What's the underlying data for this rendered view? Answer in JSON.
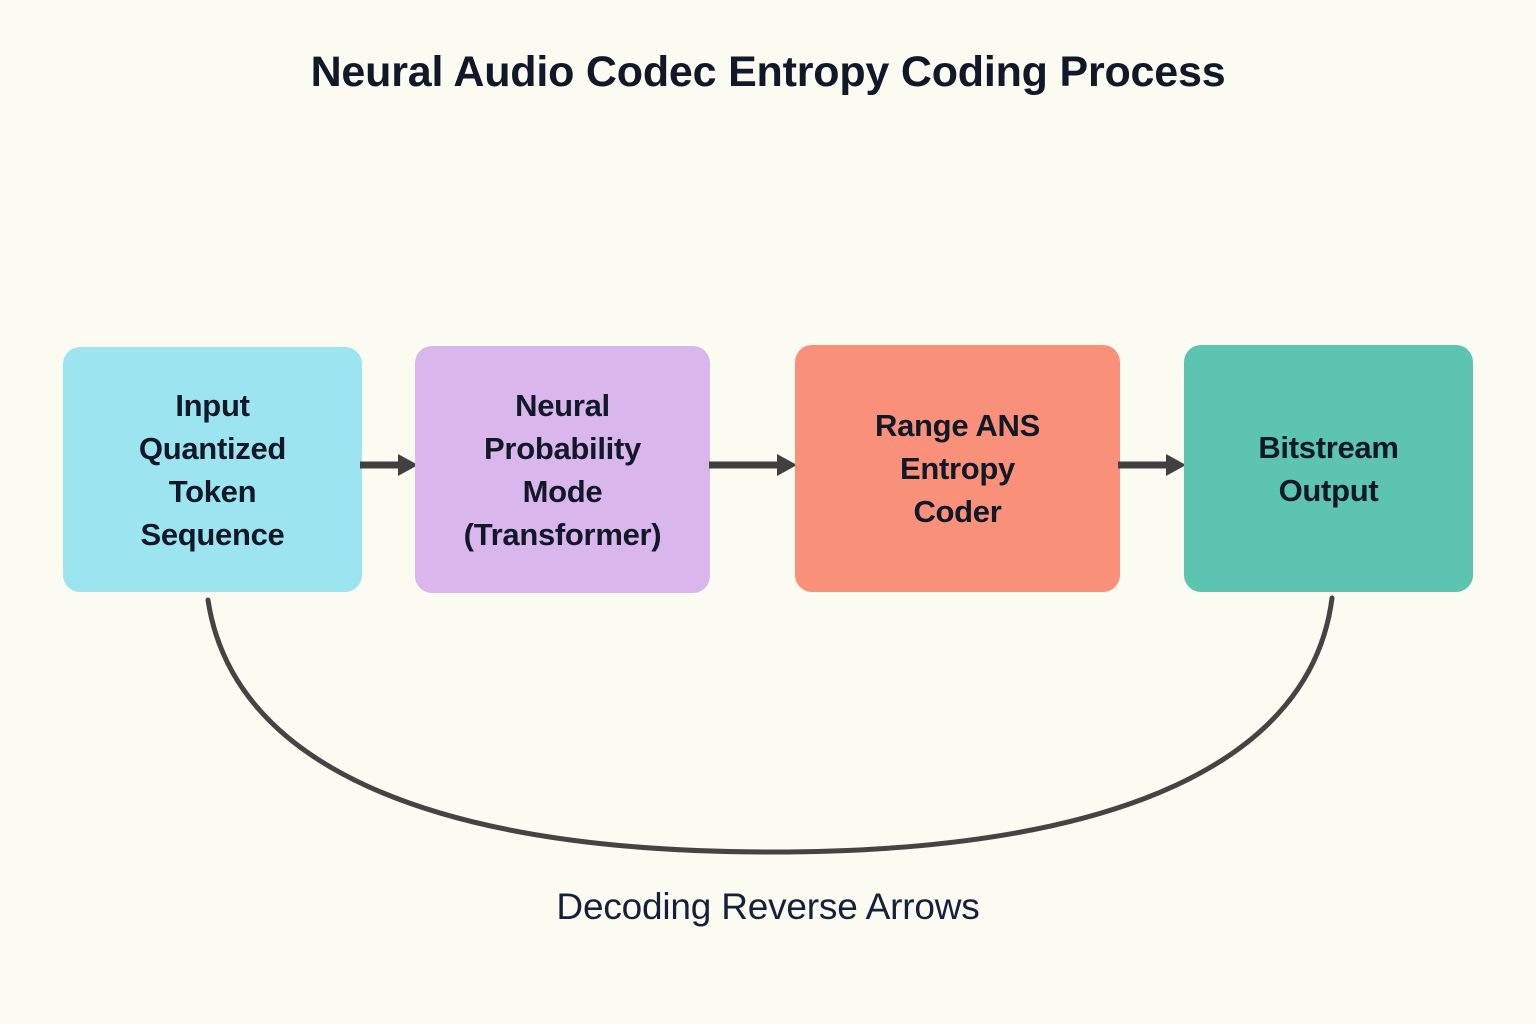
{
  "page": {
    "title": "Neural Audio Codec Entropy Coding Process",
    "background_color": "#fbfbf2",
    "text_color": "#111827"
  },
  "diagram": {
    "type": "flowchart",
    "orientation": "left-to-right",
    "nodes": [
      {
        "id": "input-quantized-token-sequence",
        "label": "Input\nQuantized\nToken\nSequence",
        "color": "#9ce5f0"
      },
      {
        "id": "neural-probability-mode-transformer",
        "label": "Neural\nProbability\nMode\n(Transformer)",
        "color": "#d9b6ec"
      },
      {
        "id": "range-ans-entropy-coder",
        "label": "Range ANS\nEntropy\nCoder",
        "color": "#f9917a"
      },
      {
        "id": "bitstream-output",
        "label": "Bitstream\nOutput",
        "color": "#5cc4b1"
      }
    ],
    "connectors": {
      "color": "#404040",
      "forward_arrows": [
        {
          "from": "input-quantized-token-sequence",
          "to": "neural-probability-mode-transformer"
        },
        {
          "from": "neural-probability-mode-transformer",
          "to": "range-ans-entropy-coder"
        },
        {
          "from": "range-ans-entropy-coder",
          "to": "bitstream-output"
        }
      ],
      "reverse_curve": {
        "from": "bitstream-output",
        "to": "input-quantized-token-sequence",
        "caption": "Decoding Reverse Arrows"
      }
    }
  }
}
